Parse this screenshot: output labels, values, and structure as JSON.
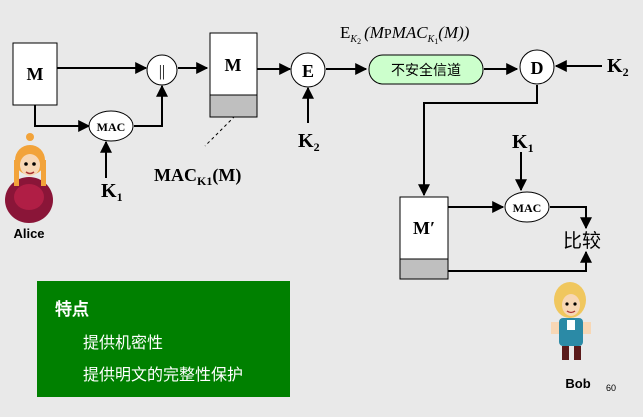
{
  "diagram": {
    "alice": {
      "name": "Alice",
      "message": "M",
      "mac": "MAC",
      "key": "K",
      "key_sub": "1"
    },
    "concat": "||",
    "packet": {
      "message": "M"
    },
    "mac_note": {
      "main": "MAC",
      "sub": "K1",
      "arg": "(M)"
    },
    "encrypt": {
      "label": "E",
      "key": "K",
      "key_sub": "2"
    },
    "cipher_formula": {
      "e": "E",
      "k": "K",
      "k_sub": "2",
      "left": "(M",
      "sep": "P",
      "mac": "MAC",
      "mk": "K",
      "mk_sub": "1",
      "right": "(M))"
    },
    "channel": "不安全信道",
    "decrypt": {
      "label": "D",
      "key": "K",
      "key_sub": "2"
    },
    "bob": {
      "name": "Bob",
      "message": "M′",
      "mac": "MAC",
      "key": "K",
      "key_sub": "1",
      "compare": "比较"
    }
  },
  "features": {
    "title": "特点",
    "items": [
      "提供机密性",
      "提供明文的完整性保护"
    ]
  },
  "page_number": "60",
  "colors": {
    "feature_bg": "#008000",
    "channel_fill": "#ccffcc",
    "background": "#e9e9e9",
    "tray_fill": "#bfbfbf"
  }
}
